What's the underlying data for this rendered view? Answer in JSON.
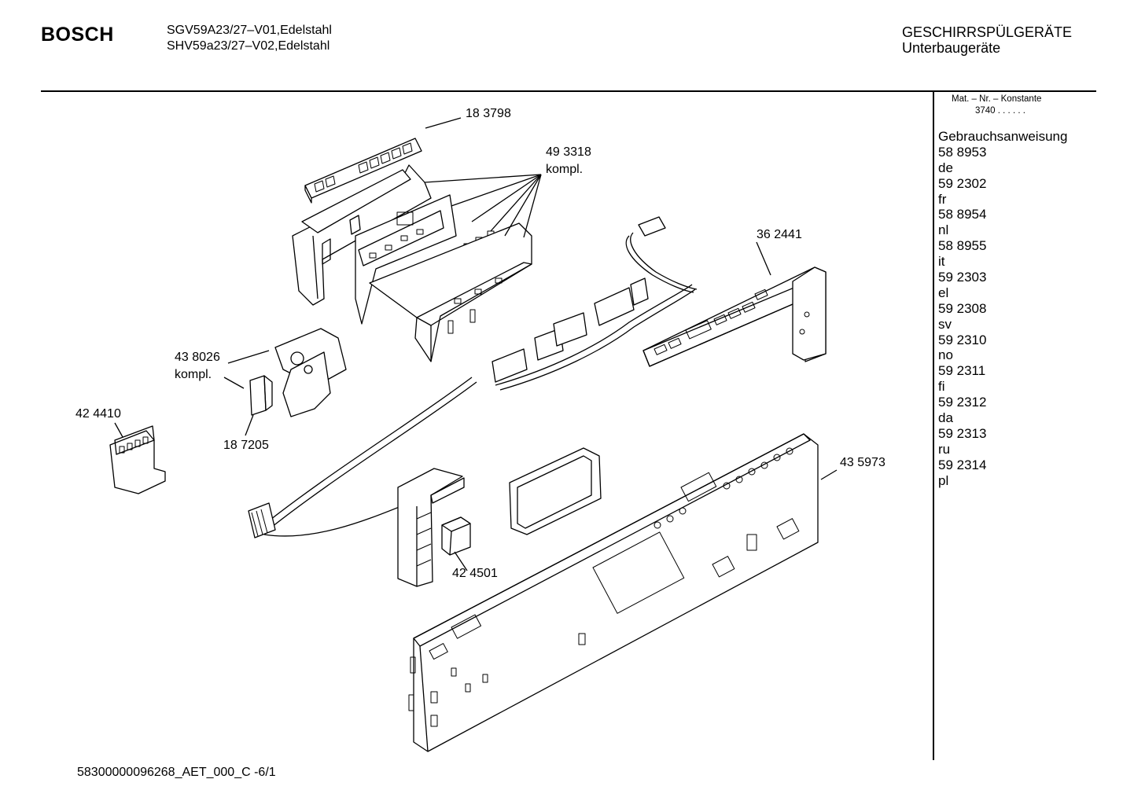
{
  "header": {
    "brand": "BOSCH",
    "models": [
      "SGV59A23/27–V01,Edelstahl",
      "SHV59a23/27–V02,Edelstahl"
    ],
    "category": [
      "GESCHIRRSPÜLGERÄTE",
      "Unterbaugeräte"
    ]
  },
  "sidebar": {
    "matnr_label": "Mat. – Nr. – Konstante",
    "matnr_value": "3740  .  .    .  .  .  .",
    "title": "Gebrauchsanweisung",
    "manuals": [
      {
        "number": "58 8953",
        "lang": "de"
      },
      {
        "number": "59 2302",
        "lang": "fr"
      },
      {
        "number": "58 8954",
        "lang": "nl"
      },
      {
        "number": "58 8955",
        "lang": "it"
      },
      {
        "number": "59 2303",
        "lang": "el"
      },
      {
        "number": "59 2308",
        "lang": "sv"
      },
      {
        "number": "59 2310",
        "lang": "no"
      },
      {
        "number": "59 2311",
        "lang": "fi"
      },
      {
        "number": "59 2312",
        "lang": "da"
      },
      {
        "number": "59 2313",
        "lang": "ru"
      },
      {
        "number": "59 2314",
        "lang": "pl"
      }
    ]
  },
  "parts": {
    "p183798": "18 3798",
    "p493318": "49 3318",
    "p493318_note": "kompl.",
    "p362441": "36 2441",
    "p438026": "43 8026",
    "p438026_note": "kompl.",
    "p424410": "42 4410",
    "p187205": "18 7205",
    "p435973": "43 5973",
    "p424501": "42 4501"
  },
  "footer": {
    "code": "58300000096268_AET_000_C  -6/1"
  }
}
